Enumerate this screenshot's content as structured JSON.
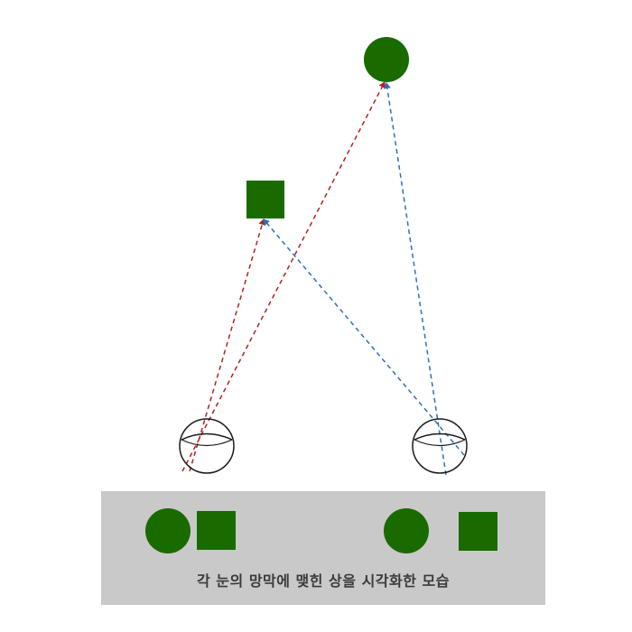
{
  "diagram": {
    "caption": "각 눈의 망막에 맺힌 상을 시각화한 모습",
    "colors": {
      "object": "#196b00",
      "left_ray": "#b22222",
      "right_ray": "#2f6fb5",
      "eye_stroke": "#1a1a1a",
      "panel": "#c9c9c9"
    },
    "objects": [
      "circle",
      "square"
    ],
    "eyes": [
      "left-eye",
      "right-eye"
    ]
  }
}
